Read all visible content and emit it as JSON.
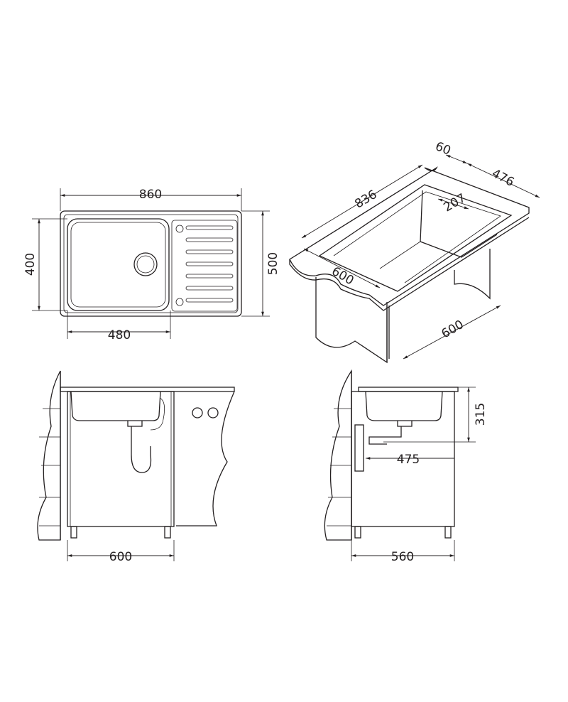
{
  "top_view": {
    "width": "860",
    "bowl_height": "400",
    "height": "500",
    "bowl_width": "480"
  },
  "iso_view": {
    "length": "836",
    "rim": "60",
    "depth_top": "476",
    "bowl_offset": "207",
    "cabinet_width": "600",
    "cabinet_depth": "600"
  },
  "front_view": {
    "cabinet_width": "600"
  },
  "side_view": {
    "bowl_depth": "315",
    "drain_distance": "475",
    "cabinet_inner": "560"
  }
}
